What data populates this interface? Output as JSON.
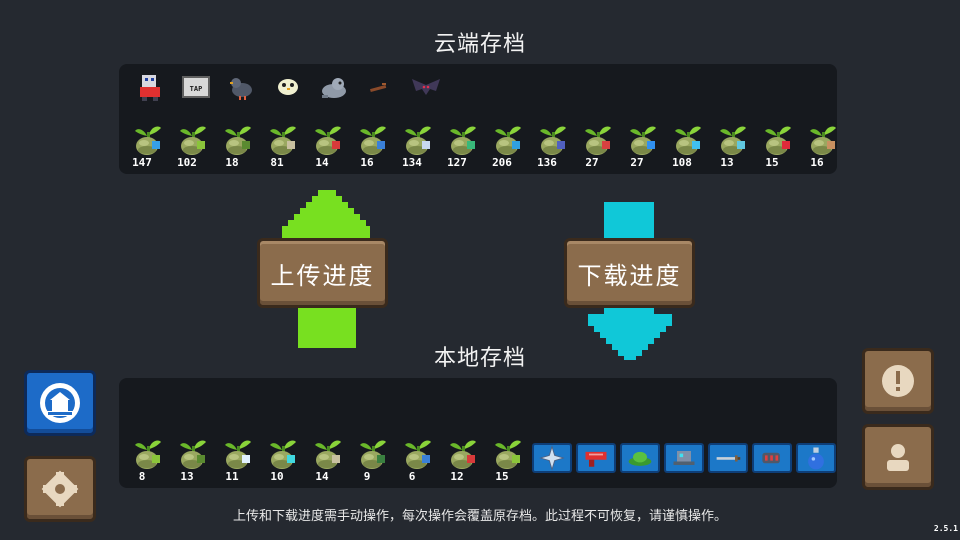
{
  "cloud": {
    "title": "云端存档",
    "misc_icons": [
      "robot-icon",
      "tap-sign-icon",
      "pigeon-icon",
      "chick-icon",
      "seal-icon",
      "twig-icon",
      "bat-icon"
    ],
    "seeds": [
      {
        "count": "147",
        "accent": "#35a0e8"
      },
      {
        "count": "102",
        "accent": "#8ac43a"
      },
      {
        "count": "18",
        "accent": "#5a8a30"
      },
      {
        "count": "81",
        "accent": "#c8c0a0"
      },
      {
        "count": "14",
        "accent": "#d83a3a"
      },
      {
        "count": "16",
        "accent": "#3a80d8"
      },
      {
        "count": "134",
        "accent": "#c8d8f0"
      },
      {
        "count": "127",
        "accent": "#38b87a"
      },
      {
        "count": "206",
        "accent": "#30a0e0"
      },
      {
        "count": "136",
        "accent": "#5060c0"
      },
      {
        "count": "27",
        "accent": "#d84040"
      },
      {
        "count": "27",
        "accent": "#3090f0"
      },
      {
        "count": "108",
        "accent": "#40c0f0"
      },
      {
        "count": "13",
        "accent": "#60c8e0"
      },
      {
        "count": "15",
        "accent": "#e02a3a"
      },
      {
        "count": "16",
        "accent": "#c89060"
      }
    ]
  },
  "local": {
    "title": "本地存档",
    "seeds": [
      {
        "count": "8",
        "accent": "#8ac43a"
      },
      {
        "count": "13",
        "accent": "#5a8a30"
      },
      {
        "count": "11",
        "accent": "#e0f0ff"
      },
      {
        "count": "10",
        "accent": "#40d8e0"
      },
      {
        "count": "14",
        "accent": "#c8c0a0"
      },
      {
        "count": "9",
        "accent": "#3a8040"
      },
      {
        "count": "6",
        "accent": "#3a80d8"
      },
      {
        "count": "12",
        "accent": "#d83a3a"
      },
      {
        "count": "15",
        "accent": "#8ac43a"
      }
    ],
    "items": [
      "shuriken-icon",
      "red-gun-icon",
      "green-hat-icon",
      "robot-part-icon",
      "sword-icon",
      "gauntlet-icon",
      "potion-icon"
    ]
  },
  "buttons": {
    "upload_label": "上传进度",
    "download_label": "下载进度"
  },
  "side_buttons": [
    "profile-badge-icon",
    "gear-icon",
    "alert-icon",
    "person-icon"
  ],
  "colors": {
    "background": "#252930",
    "panel": "#16191e",
    "sign": "#8b6c4c",
    "upload_arrow": "#78e020",
    "download_arrow": "#10c8d8",
    "item_slot": "#1c78c8"
  },
  "footer": "上传和下载进度需手动操作，每次操作会覆盖原存档。此过程不可恢复，请谨慎操作。",
  "version": "2.5.1"
}
